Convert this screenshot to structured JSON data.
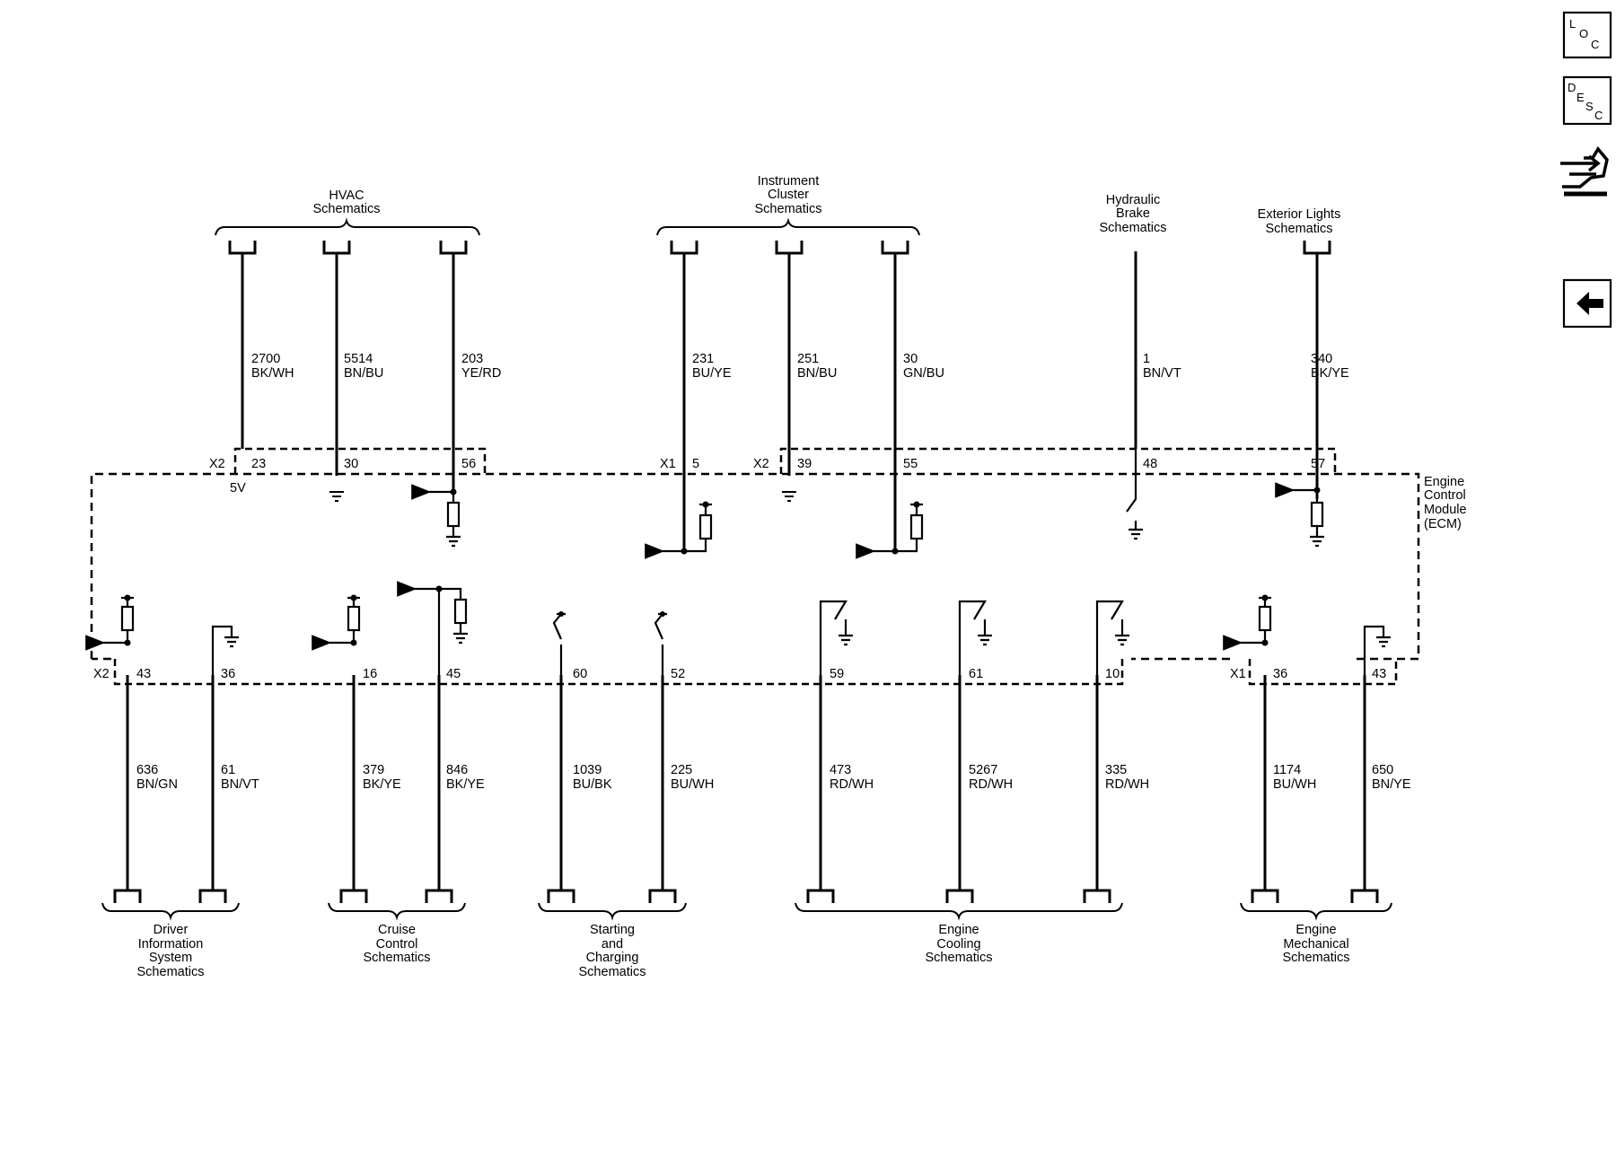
{
  "nav": {
    "loc": [
      "L",
      "O",
      "C"
    ],
    "desc": [
      "D",
      "E",
      "S",
      "C"
    ],
    "tools_icon": "wrench-hand-icon",
    "back_icon": "back-arrow-icon"
  },
  "module": {
    "name": [
      "Engine",
      "Control",
      "Module",
      "(ECM)"
    ],
    "supply_label": "5V"
  },
  "connectors": {
    "top_x2_a": "X2",
    "top_x1": "X1",
    "top_x2_b": "X2",
    "bottom_x2": "X2",
    "bottom_x1": "X1"
  },
  "top_groups": [
    {
      "id": "hvac",
      "label": [
        "HVAC",
        "Schematics"
      ]
    },
    {
      "id": "ipc",
      "label": [
        "Instrument",
        "Cluster",
        "Schematics"
      ]
    },
    {
      "id": "brake",
      "label": [
        "Hydraulic",
        "Brake",
        "Schematics"
      ]
    },
    {
      "id": "lights",
      "label": [
        "Exterior Lights",
        "Schematics"
      ]
    }
  ],
  "bottom_groups": [
    {
      "id": "dis",
      "label": [
        "Driver",
        "Information",
        "System",
        "Schematics"
      ]
    },
    {
      "id": "cruise",
      "label": [
        "Cruise",
        "Control",
        "Schematics"
      ]
    },
    {
      "id": "charging",
      "label": [
        "Starting",
        "and",
        "Charging",
        "Schematics"
      ]
    },
    {
      "id": "cooling",
      "label": [
        "Engine",
        "Cooling",
        "Schematics"
      ]
    },
    {
      "id": "mech",
      "label": [
        "Engine",
        "Mechanical",
        "Schematics"
      ]
    }
  ],
  "top_wires": [
    {
      "circuit": "2700",
      "color": "BK/WH",
      "pin": "23",
      "kind": "supply"
    },
    {
      "circuit": "5514",
      "color": "BN/BU",
      "pin": "30",
      "kind": "ground"
    },
    {
      "circuit": "203",
      "color": "YE/RD",
      "pin": "56",
      "kind": "pullup"
    },
    {
      "circuit": "231",
      "color": "BU/YE",
      "pin": "5",
      "kind": "pullup-branch"
    },
    {
      "circuit": "251",
      "color": "BN/BU",
      "pin": "39",
      "kind": "ground"
    },
    {
      "circuit": "30",
      "color": "GN/BU",
      "pin": "55",
      "kind": "pullup-branch"
    },
    {
      "circuit": "1",
      "color": "BN/VT",
      "pin": "48",
      "kind": "switch-ground"
    },
    {
      "circuit": "340",
      "color": "BK/YE",
      "pin": "57",
      "kind": "pulldown"
    }
  ],
  "bottom_wires": [
    {
      "circuit": "636",
      "color": "BN/GN",
      "pin": "43",
      "kind": "pullup-tap"
    },
    {
      "circuit": "61",
      "color": "BN/VT",
      "pin": "36",
      "kind": "ground"
    },
    {
      "circuit": "379",
      "color": "BK/YE",
      "pin": "16",
      "kind": "pullup-tap"
    },
    {
      "circuit": "846",
      "color": "BK/YE",
      "pin": "45",
      "kind": "pulldown-tap"
    },
    {
      "circuit": "1039",
      "color": "BU/BK",
      "pin": "60",
      "kind": "switch-supply"
    },
    {
      "circuit": "225",
      "color": "BU/WH",
      "pin": "52",
      "kind": "switch-supply"
    },
    {
      "circuit": "473",
      "color": "RD/WH",
      "pin": "59",
      "kind": "low-side-driver"
    },
    {
      "circuit": "5267",
      "color": "RD/WH",
      "pin": "61",
      "kind": "low-side-driver"
    },
    {
      "circuit": "335",
      "color": "RD/WH",
      "pin": "10",
      "kind": "low-side-driver"
    },
    {
      "circuit": "1174",
      "color": "BU/WH",
      "pin": "36",
      "kind": "pullup-tap"
    },
    {
      "circuit": "650",
      "color": "BN/YE",
      "pin": "43",
      "kind": "ground"
    }
  ]
}
